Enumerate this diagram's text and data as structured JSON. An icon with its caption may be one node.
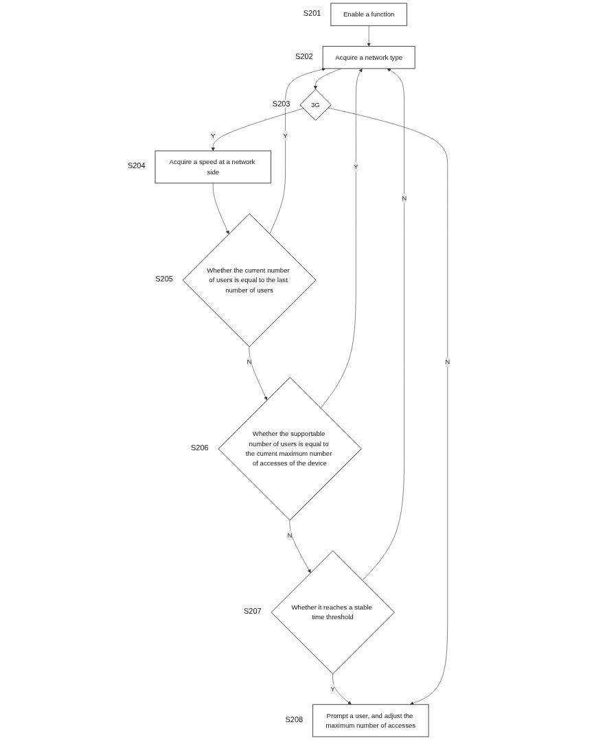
{
  "diagram": {
    "nodes": [
      {
        "text": [
          "Enable a function"
        ],
        "beside": [
          "S201"
        ]
      },
      {
        "text": [
          "Acquire a network type"
        ],
        "beside": [
          "S202"
        ]
      },
      {
        "text": [
          "3G"
        ],
        "beside": [
          "S203"
        ]
      },
      {
        "text": [
          "Acquire a speed at a network side"
        ],
        "beside": [
          "S204"
        ]
      },
      {
        "text": [
          "Whether the current number of users is equal to the last number of users"
        ],
        "beside": [
          "S205"
        ]
      },
      {
        "text": [
          "Whether the supportable number of users is equal to the current maximum number of accesses of the device"
        ],
        "beside": [
          "S206"
        ]
      },
      {
        "text": [
          "Whether it reaches a stable time threshold"
        ],
        "beside": [
          "S207"
        ]
      },
      {
        "text": [
          "Prompt a user, and adjust the maximum number of accesses"
        ],
        "beside": [
          "S208"
        ]
      }
    ],
    "edges": [
      {
        "from": 0,
        "to": 1,
        "arrow": "to"
      },
      {
        "from": 1,
        "to": 2,
        "arrow": "to"
      },
      {
        "from": 2,
        "to": 3,
        "arrow": "to",
        "label": "Y"
      },
      {
        "from": 3,
        "to": 4,
        "arrow": "to"
      },
      {
        "from": 4,
        "to": 5,
        "arrow": "to",
        "label": "N"
      },
      {
        "from": 5,
        "to": 6,
        "arrow": "to",
        "label": "N"
      },
      {
        "from": 6,
        "to": 7,
        "arrow": "to",
        "label": "Y"
      },
      {
        "from": 4,
        "to": 1,
        "arrow": "to",
        "label": "Y"
      },
      {
        "from": 5,
        "to": 1,
        "arrow": "to",
        "label": "Y"
      },
      {
        "from": 6,
        "to": 1,
        "arrow": "to",
        "label": "N"
      },
      {
        "from": 2,
        "to": 7,
        "arrow": "to",
        "label": "N"
      }
    ]
  }
}
